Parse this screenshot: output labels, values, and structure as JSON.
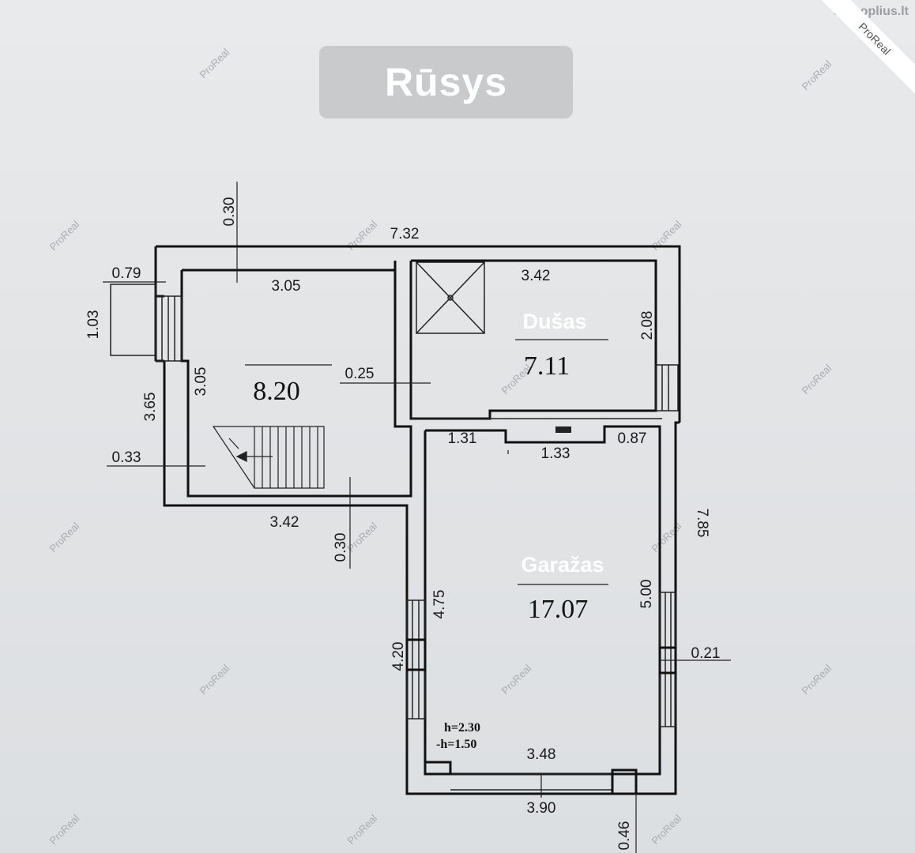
{
  "title": "Rūsys",
  "site": "domoplius.lt",
  "brand": "ProReal",
  "rooms": {
    "hall": {
      "area": "8.20"
    },
    "shower": {
      "name": "Dušas",
      "area": "7.11"
    },
    "garage": {
      "name": "Garažas",
      "area": "17.07"
    }
  },
  "heights": {
    "h": "h=2.30",
    "minus_h": "-h=1.50"
  },
  "dimensions": {
    "top_overall": "7.32",
    "wall_top": "0.30",
    "hall_width_top": "3.05",
    "shower_width": "3.42",
    "window_left_width": "0.79",
    "window_left_depth": "1.03",
    "hall_height_inner": "3.05",
    "hall_height_outer": "3.65",
    "partition": "0.25",
    "shower_height": "2.08",
    "wall_left": "0.33",
    "bottom_hall": "3.42",
    "wall_mid": "0.30",
    "door_left": "1.31",
    "door_mid": "1.33",
    "door_right": "0.87",
    "garage_right_outer": "7.85",
    "garage_left": "4.75",
    "garage_right": "5.00",
    "garage_left_lower": "4.20",
    "wall_right": "0.21",
    "garage_inner_bottom": "3.48",
    "garage_outer_bottom": "3.90",
    "wall_bottom": "0.46"
  }
}
